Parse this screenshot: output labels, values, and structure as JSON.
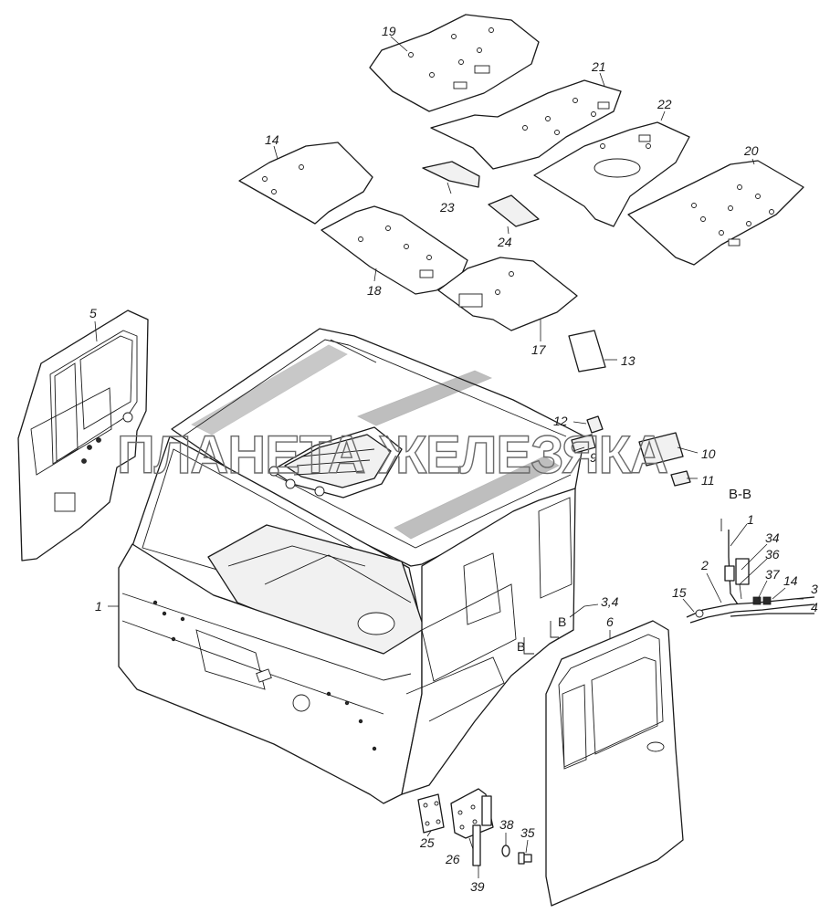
{
  "watermark": "ПЛАНЕТА ЖЕЛЕЗЯКА",
  "section_label": "В-В",
  "section_marker": "В",
  "callouts": {
    "c19": "19",
    "c21": "21",
    "c22": "22",
    "c20": "20",
    "c14": "14",
    "c23": "23",
    "c24": "24",
    "c18": "18",
    "c17": "17",
    "c13": "13",
    "c5": "5",
    "c12": "12",
    "c9": "9",
    "c10": "10",
    "c11": "11",
    "c1": "1",
    "c34pair": "3,4",
    "c6": "6",
    "s1": "1",
    "s34": "34",
    "s36": "36",
    "s2": "2",
    "s37": "37",
    "s14": "14",
    "s3": "3",
    "s15": "15",
    "s4": "4",
    "c25": "25",
    "c26": "26",
    "c38": "38",
    "c35": "35",
    "c39": "39"
  }
}
